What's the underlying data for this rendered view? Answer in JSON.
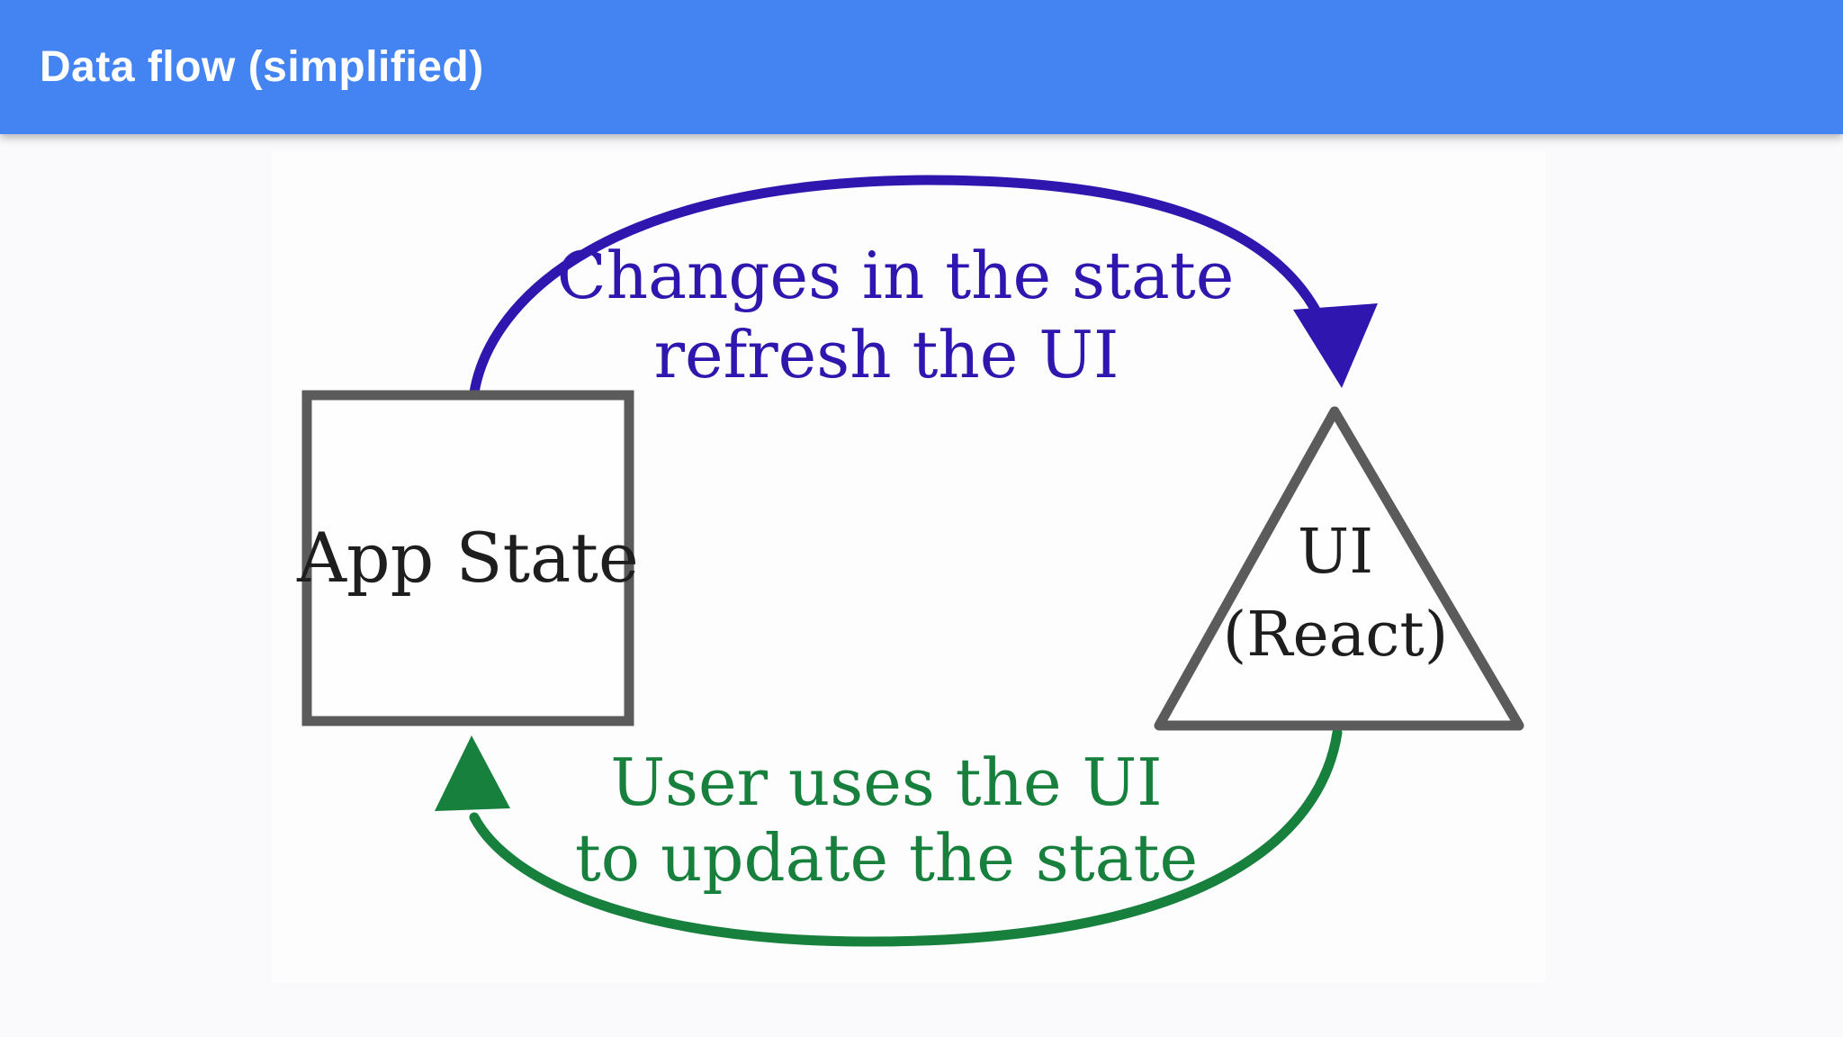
{
  "header": {
    "title": "Data flow (simplified)",
    "bg_color": "#4484f2",
    "text_color": "#ffffff"
  },
  "diagram": {
    "page_bg_color": "#faf9fc",
    "canvas_color": "#fdfdfe",
    "app_state_node": {
      "label": "App State",
      "shape": "square",
      "border_color": "#5b5b5b",
      "text_color": "#1e1e1e"
    },
    "ui_node": {
      "label_line1": "UI",
      "label_line2": "(React)",
      "shape": "triangle",
      "border_color": "#5b5b5b",
      "text_color": "#1e1e1e"
    },
    "state_to_ui_arrow": {
      "label_line1": "Changes in the state",
      "label_line2": "refresh the UI",
      "direction": "app-state-to-ui",
      "color": "#2f16ae"
    },
    "ui_to_state_arrow": {
      "label_line1": "User uses the UI",
      "label_line2": "to update the state",
      "direction": "ui-to-app-state",
      "color": "#17803d"
    }
  }
}
